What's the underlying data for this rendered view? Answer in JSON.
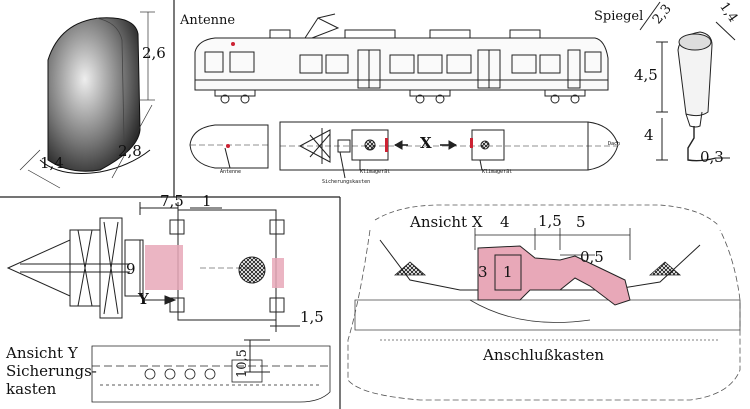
{
  "labels": {
    "antenne_title": "Antenne",
    "spiegel_title": "Spiegel",
    "ansicht_y_line1": "Ansicht Y",
    "ansicht_y_line2": "Sicherungs-",
    "ansicht_y_line3": "kasten",
    "ansicht_x": "Ansicht X",
    "anschlusskasten": "Anschlußkasten",
    "x_marker": "X",
    "y_marker": "Y",
    "small_antenne": "Antenne",
    "small_sicherungskasten": "Sicherungskasten",
    "small_klimageraet_1": "Klimagerät",
    "small_klimageraet_2": "Klimagerät",
    "small_dach": "Dach"
  },
  "dimensions": {
    "antenna_height": "2,6",
    "antenna_length": "2,8",
    "antenna_width": "1,4",
    "mirror_width": "2,3",
    "mirror_depth": "1,4",
    "mirror_height": "4,5",
    "mirror_arm": "4",
    "mirror_rod": "0,3",
    "fuse_offset": "7,5",
    "fuse_gap": "1",
    "fuse_height": "9",
    "fuse_bottom": "1,5",
    "fuse_side_height": "10,5",
    "conn_seg1": "4",
    "conn_seg2": "1,5",
    "conn_seg3": "5",
    "conn_diam": "0,5",
    "conn_height": "3",
    "conn_inner": "1"
  },
  "colors": {
    "highlight": "#e8a8b8",
    "marker_red": "#cc2233",
    "line": "#222222",
    "faint": "#888888"
  }
}
